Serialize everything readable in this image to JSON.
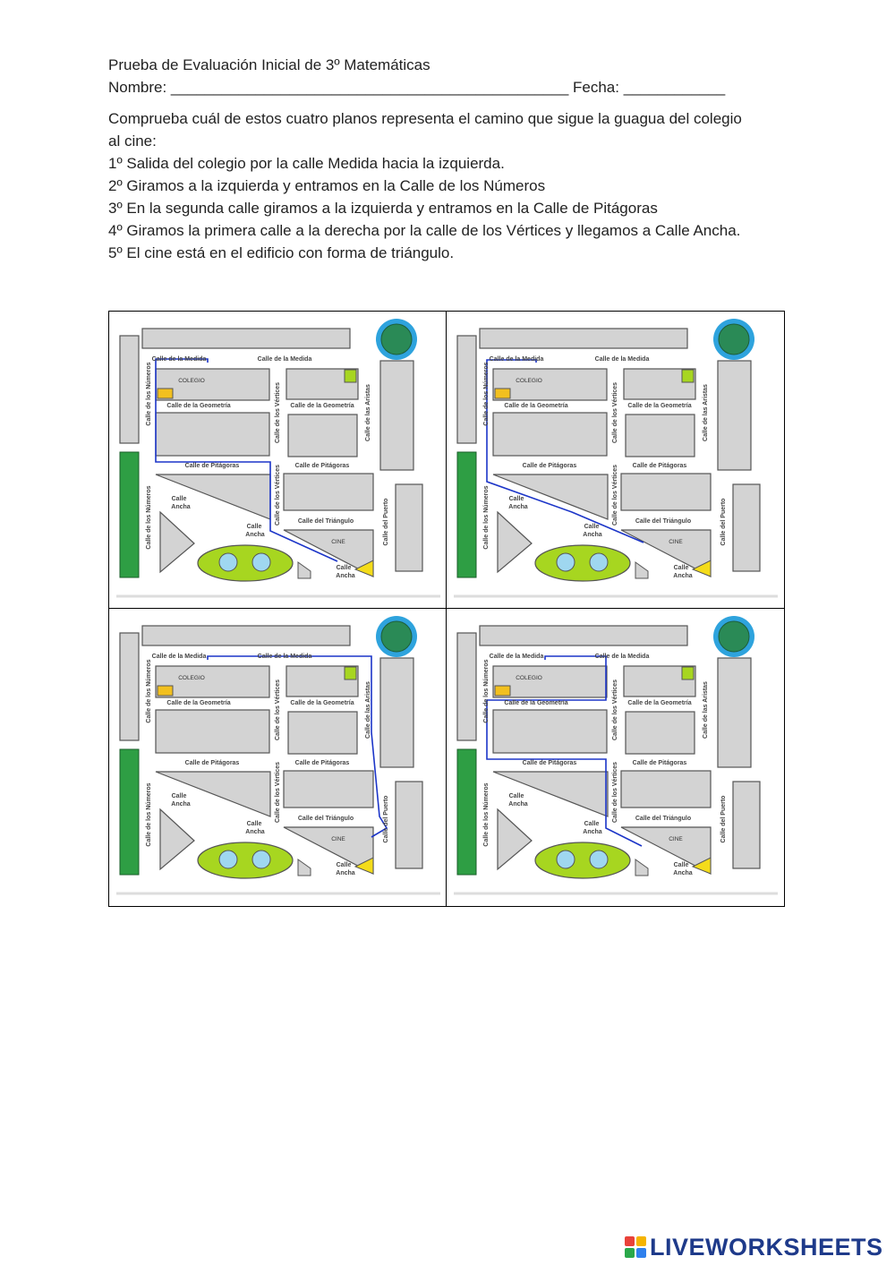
{
  "header": {
    "title": "Prueba de Evaluación Inicial de 3º Matemáticas",
    "name_line": "Nombre: _______________________________________________ Fecha: ____________"
  },
  "instructions": {
    "intro": "Comprueba cuál de estos cuatro planos representa el camino que sigue la guagua del colegio al cine:",
    "steps": [
      "1º Salida del colegio por la calle Medida hacia la izquierda.",
      "2º Giramos a la izquierda y entramos en la Calle de los Números",
      "3º En la segunda calle giramos a la izquierda y entramos en la Calle de Pitágoras",
      "4º Giramos la primera calle a la derecha por la calle de los Vértices y llegamos a Calle Ancha.",
      "5º El cine está en el edificio con forma de triángulo."
    ]
  },
  "map": {
    "labels": {
      "medida": "Calle de la Medida",
      "geometria": "Calle de la Geometría",
      "pitagoras": "Calle de Pitágoras",
      "triangulo": "Calle del Triángulo",
      "numeros": "Calle de los Números",
      "vertices": "Calle de los Vértices",
      "aristas": "Calle de las Aristas",
      "puerto": "Calle del Puerto",
      "calle": "Calle",
      "ancha": "Ancha",
      "colegio": "COLEGIO",
      "cine": "CINE"
    },
    "colors": {
      "block": "#d3d3d3",
      "park": "#2e9e44",
      "pool": "#a7d620",
      "circle": "#2a8a56",
      "ring": "#2ea3dd",
      "school_sign": "#f2c01f",
      "cinema_sign": "#f4dc1a",
      "route": "#1c35c8"
    },
    "panels": [
      "plan-1",
      "plan-2",
      "plan-3",
      "plan-4"
    ]
  },
  "branding": {
    "text": "LIVEWORKSHEETS",
    "logo_colors": [
      "#e9423a",
      "#f5b400",
      "#2aa84a",
      "#2f80ed"
    ]
  }
}
